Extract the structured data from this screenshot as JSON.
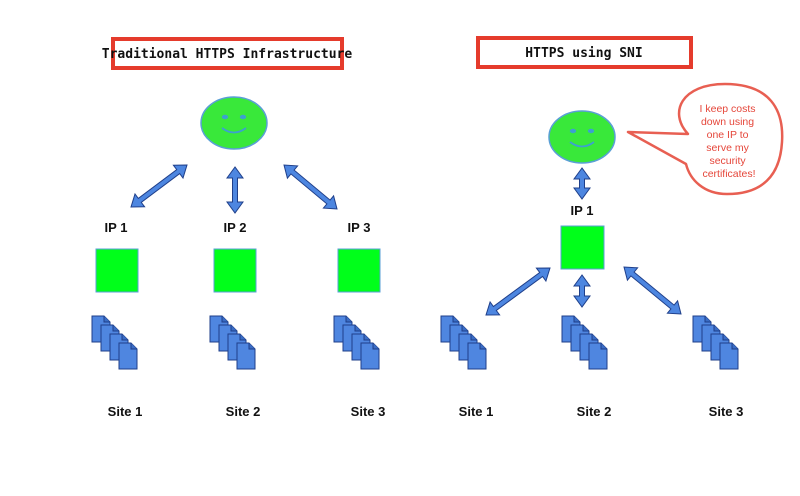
{
  "left_panel": {
    "title": "Traditional HTTPS Infrastructure",
    "ip_labels": [
      "IP 1",
      "IP 2",
      "IP 3"
    ],
    "site_labels": [
      "Site 1",
      "Site 2",
      "Site 3"
    ]
  },
  "right_panel": {
    "title": "HTTPS using SNI",
    "ip_label": "IP 1",
    "site_labels": [
      "Site 1",
      "Site 2",
      "Site 3"
    ],
    "speech_bubble": [
      "I keep costs",
      "down using",
      "one IP to",
      "serve my",
      "security",
      "certificates!"
    ]
  },
  "colors": {
    "title_border": "#e53b2c",
    "face_fill": "#39e83a",
    "face_stroke": "#5a9fd6",
    "server_fill": "#00ff1a",
    "document_fill": "#4f86e0",
    "arrow_fill": "#4d86e0",
    "bubble_stroke": "#e85f52",
    "bubble_text": "#e5463a"
  }
}
